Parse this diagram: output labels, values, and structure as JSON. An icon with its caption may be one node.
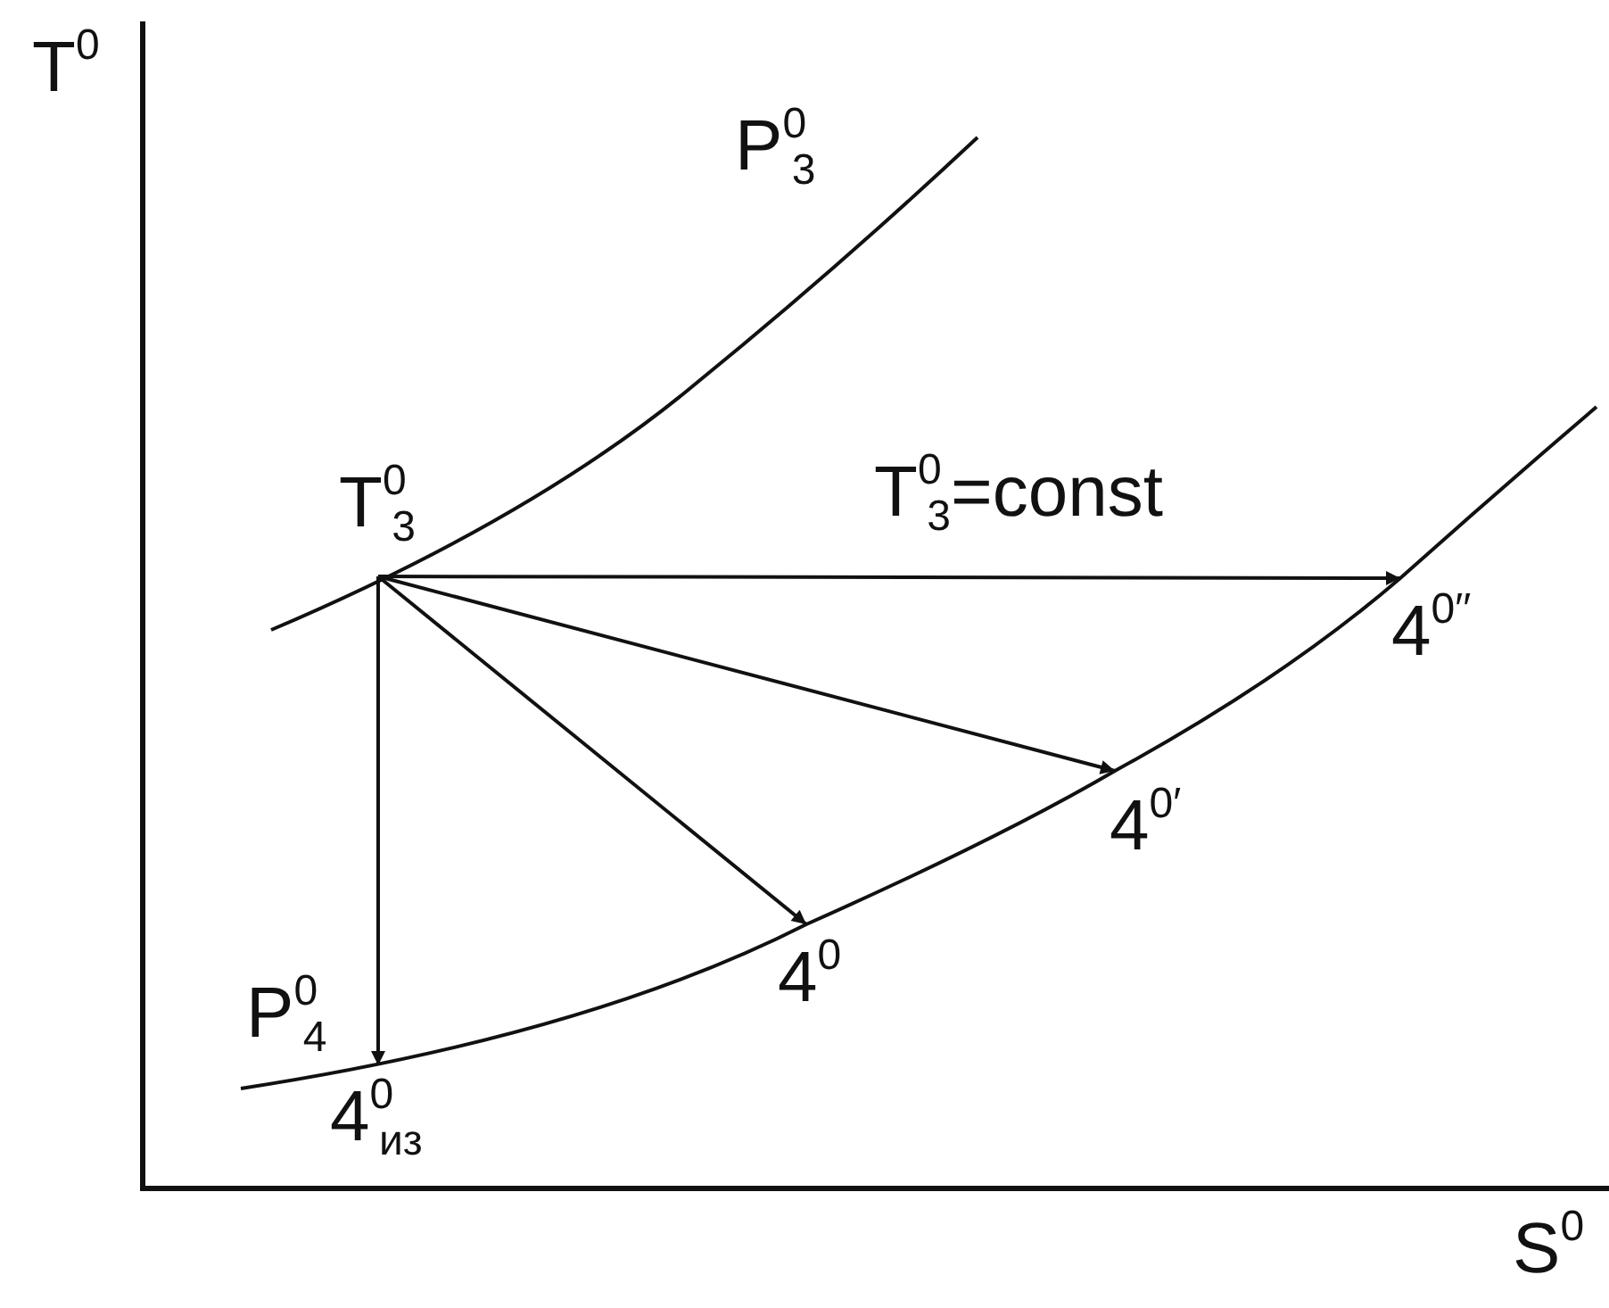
{
  "diagram": {
    "nodes": [
      {
        "text": [
          "T$^{0}$$_{3}$"
        ]
      },
      {
        "text": [
          "4$^{0}$$_{из}$"
        ]
      },
      {
        "text": [
          "4$^{0}$"
        ]
      },
      {
        "text": [
          "4$^{0′}$"
        ]
      },
      {
        "text": [
          "4$^{0′′}$"
        ]
      }
    ],
    "edges": [
      {
        "from": 0,
        "to": 1,
        "arrow": "to"
      },
      {
        "from": 0,
        "to": 2,
        "arrow": "to"
      },
      {
        "from": 0,
        "to": 3,
        "arrow": "to"
      },
      {
        "from": 0,
        "to": 4,
        "arrow": "to"
      }
    ],
    "labels": [
      "T$^{0}$",
      "P$^{0}$$_{3}$",
      "T$^{0}$$_{3}$=const",
      "P$^{0}$$_{4}$",
      "S$^{0}$"
    ]
  }
}
